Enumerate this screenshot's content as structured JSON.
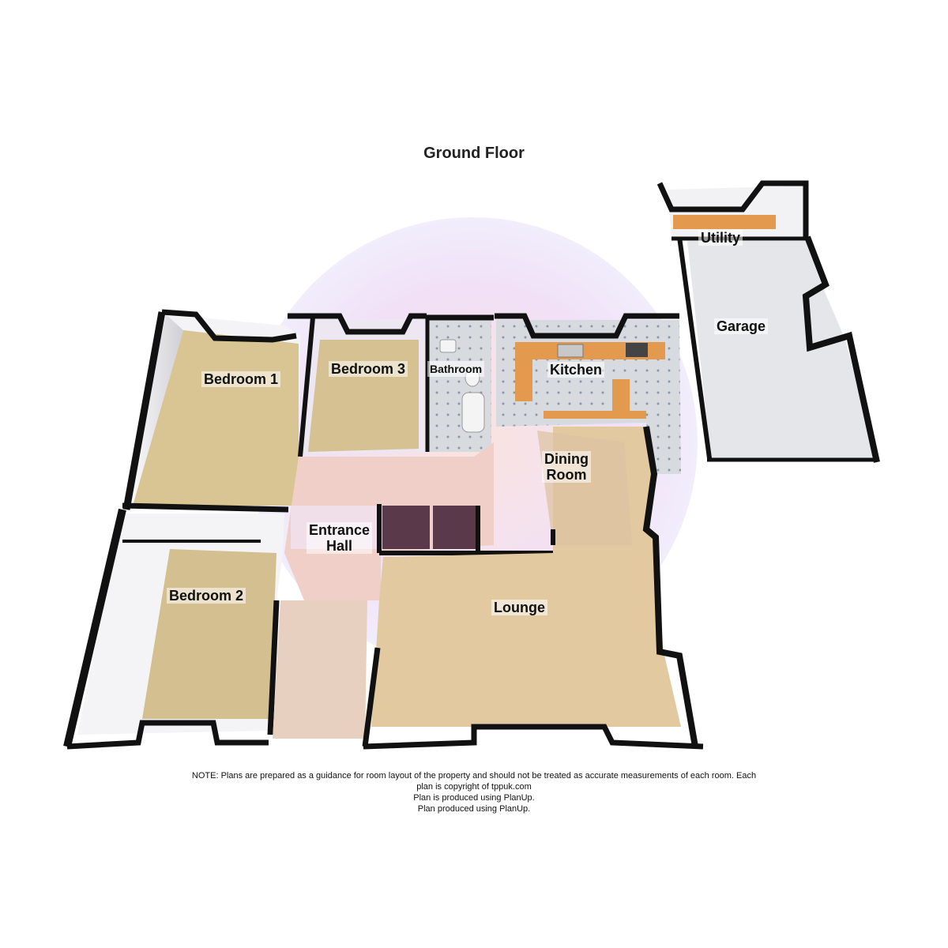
{
  "title": "Ground Floor",
  "rooms": {
    "bedroom1": "Bedroom 1",
    "bedroom2": "Bedroom 2",
    "bedroom3": "Bedroom 3",
    "bathroom": "Bathroom",
    "kitchen": "Kitchen",
    "dining_line1": "Dining",
    "dining_line2": "Room",
    "entrance_line1": "Entrance",
    "entrance_line2": "Hall",
    "lounge": "Lounge",
    "utility": "Utility",
    "garage": "Garage"
  },
  "note": {
    "line1": "NOTE: Plans are prepared as a guidance for room layout of the property and should not be treated as accurate measurements of each room. Each",
    "line2": "plan is copyright of tppuk.com",
    "line3": "Plan is produced using PlanUp.",
    "line4": "Plan produced using PlanUp."
  },
  "colors": {
    "wall": "#111111",
    "carpet": "#d8c08e",
    "lounge_carpet": "#e3c9a0",
    "tile": "#cfd3d8",
    "worktop": "#e39a4e",
    "hall": "#efe2e8",
    "watermark": "#c9a0e0"
  }
}
